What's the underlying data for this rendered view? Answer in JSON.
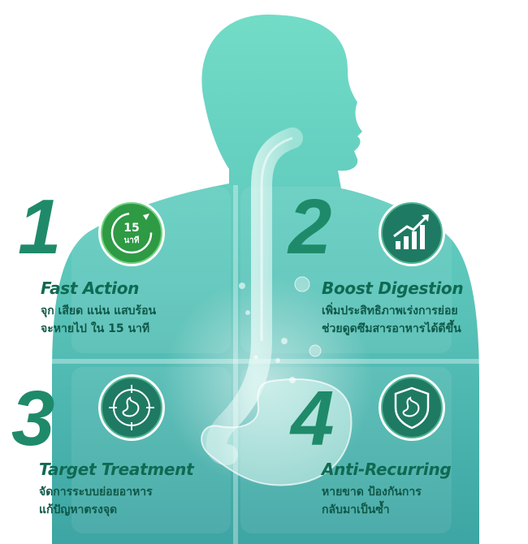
{
  "features": [
    {
      "number": "1",
      "icon": "timer-15-minutes-icon",
      "badge_text_top": "15",
      "badge_text_bottom": "นาที",
      "title": "Fast Action",
      "desc_line1": "จุก เสียด แน่น แสบร้อน",
      "desc_line2": "จะหายไป ใน 15 นาที"
    },
    {
      "number": "2",
      "icon": "growth-chart-icon",
      "title": "Boost Digestion",
      "desc_line1": "เพิ่มประสิทธิภาพเร่งการย่อย",
      "desc_line2": "ช่วยดูดซึมสารอาหารได้ดีขึ้น"
    },
    {
      "number": "3",
      "icon": "stomach-target-icon",
      "title": "Target Treatment",
      "desc_line1": "จัดการระบบย่อยอาหาร",
      "desc_line2": "แก้ปัญหาตรงจุด"
    },
    {
      "number": "4",
      "icon": "stomach-shield-icon",
      "title": "Anti-Recurring",
      "desc_line1": "หายขาด ป้องกันการ",
      "desc_line2": "กลับมาเป็นซ้ำ"
    }
  ],
  "colors": {
    "body_light": "#7fdccb",
    "body_dark": "#3aa9a0",
    "badge_green": "#2e9a44",
    "badge_teal": "#1f7a63",
    "text_dark_green": "#0f6a52"
  }
}
